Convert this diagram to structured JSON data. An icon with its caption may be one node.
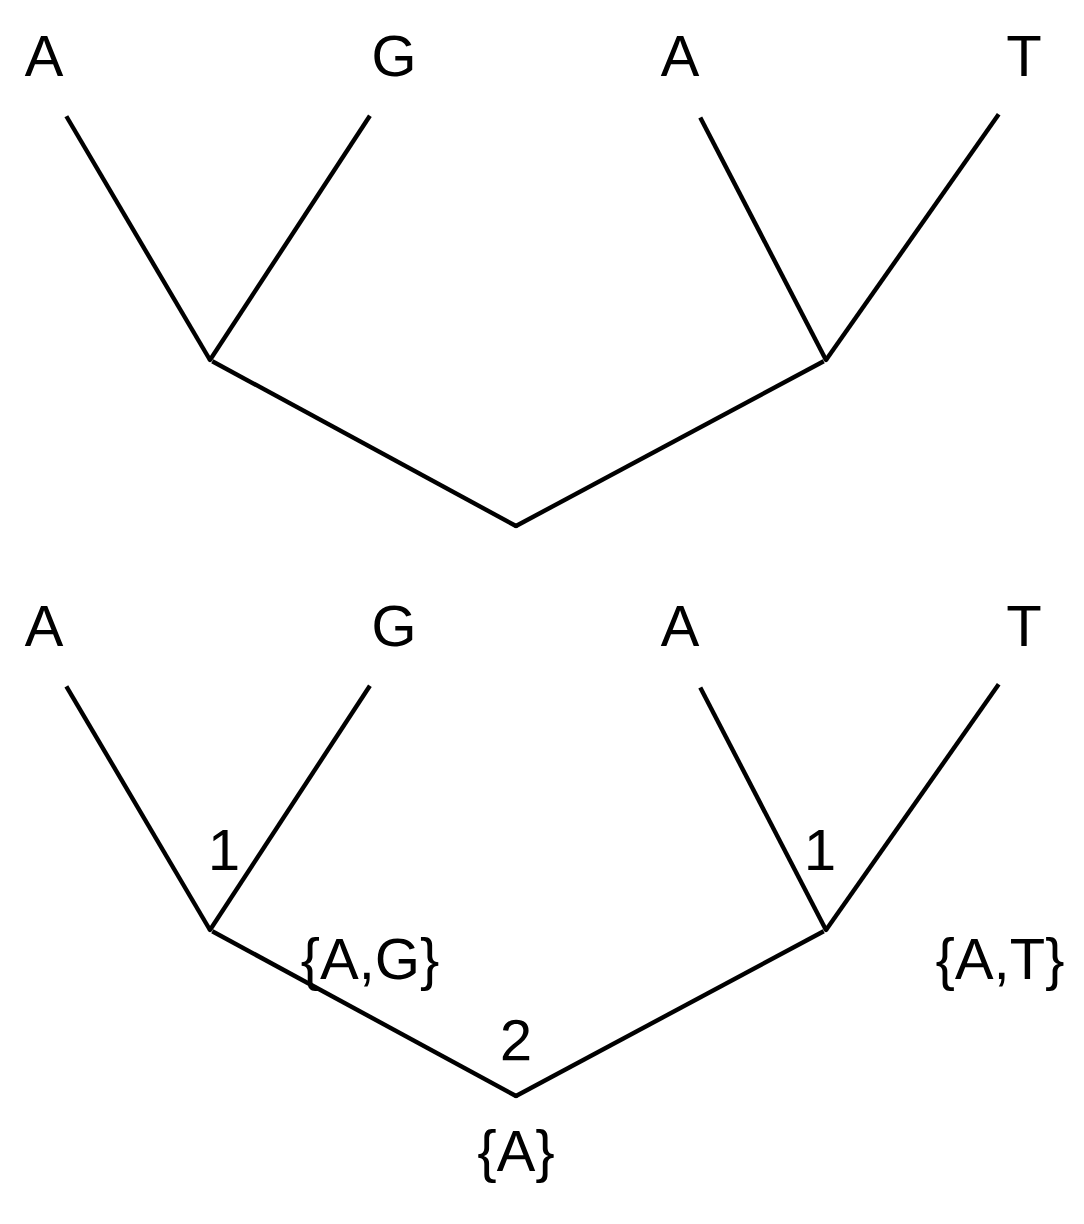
{
  "diagram": {
    "nodes": [
      {
        "text": [
          "A"
        ]
      },
      {
        "text": [
          "G"
        ]
      },
      {
        "text": [
          "A"
        ]
      },
      {
        "text": [
          "T"
        ]
      },
      {
        "text": [],
        "shape": "point"
      },
      {
        "text": [],
        "shape": "point"
      },
      {
        "text": [],
        "shape": "point"
      },
      {
        "text": [
          "A"
        ]
      },
      {
        "text": [
          "G"
        ]
      },
      {
        "text": [
          "A"
        ]
      },
      {
        "text": [
          "T"
        ]
      },
      {
        "text": [],
        "shape": "point",
        "beside": [
          "1",
          "{A,G}"
        ]
      },
      {
        "text": [],
        "shape": "point",
        "beside": [
          "1",
          "{A,T}"
        ]
      },
      {
        "text": [],
        "shape": "point",
        "beside": [
          "2",
          "{A}"
        ]
      }
    ],
    "edges": [
      {
        "from": 0,
        "to": 4,
        "arrow": "none"
      },
      {
        "from": 1,
        "to": 4,
        "arrow": "none"
      },
      {
        "from": 2,
        "to": 5,
        "arrow": "none"
      },
      {
        "from": 3,
        "to": 5,
        "arrow": "none"
      },
      {
        "from": 4,
        "to": 6,
        "arrow": "none"
      },
      {
        "from": 5,
        "to": 6,
        "arrow": "none"
      },
      {
        "from": 7,
        "to": 11,
        "arrow": "none"
      },
      {
        "from": 8,
        "to": 11,
        "arrow": "none"
      },
      {
        "from": 9,
        "to": 12,
        "arrow": "none"
      },
      {
        "from": 10,
        "to": 12,
        "arrow": "none"
      },
      {
        "from": 11,
        "to": 13,
        "arrow": "none"
      },
      {
        "from": 12,
        "to": 13,
        "arrow": "none"
      }
    ]
  }
}
